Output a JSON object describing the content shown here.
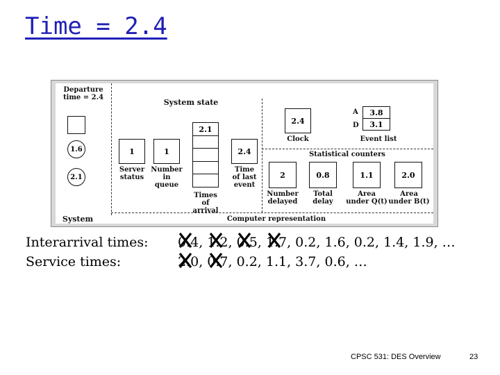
{
  "slide": {
    "title": "Time = 2.4",
    "footer_course": "CPSC 531: DES Overview",
    "page_number": "23"
  },
  "figure": {
    "departure_label": "Departure time = 2.4",
    "departure_line1": "Departure",
    "departure_line2": "time = 2.4",
    "system_label": "System",
    "system_state_label": "System state",
    "circle_values": [
      "1.6",
      "2.1"
    ],
    "server_status": {
      "value": "1",
      "label1": "Server",
      "label2": "status"
    },
    "number_in_queue": {
      "value": "1",
      "label1": "Number",
      "label2": "in",
      "label3": "queue"
    },
    "times_of_arrival": {
      "values": [
        "2.1",
        "",
        "",
        "",
        ""
      ],
      "label1": "Times",
      "label2": "of",
      "label3": "arrival"
    },
    "time_of_last_event": {
      "value": "2.4",
      "label1": "Time",
      "label2": "of last",
      "label3": "event"
    },
    "clock": {
      "value": "2.4",
      "label": "Clock"
    },
    "event_list": {
      "label": "Event list",
      "rows": [
        {
          "key": "A",
          "value": "3.8"
        },
        {
          "key": "D",
          "value": "3.1"
        }
      ]
    },
    "statistical_counters_label": "Statistical counters",
    "counters": [
      {
        "value": "2",
        "label1": "Number",
        "label2": "delayed"
      },
      {
        "value": "0.8",
        "label1": "Total",
        "label2": "delay"
      },
      {
        "value": "1.1",
        "label1": "Area",
        "label2": "under Q(t)"
      },
      {
        "value": "2.0",
        "label1": "Area",
        "label2": "under B(t)"
      }
    ],
    "computer_representation_label": "Computer representation"
  },
  "interarrival": {
    "label": "Interarrival times:",
    "values": "0.4, 1.2, 0.5, 1.7, 0.2, 1.6, 0.2, 1.4, 1.9, …"
  },
  "service": {
    "label": "Service times:",
    "values": "2.0, 0.7, 0.2, 1.1, 3.7, 0.6, …"
  }
}
